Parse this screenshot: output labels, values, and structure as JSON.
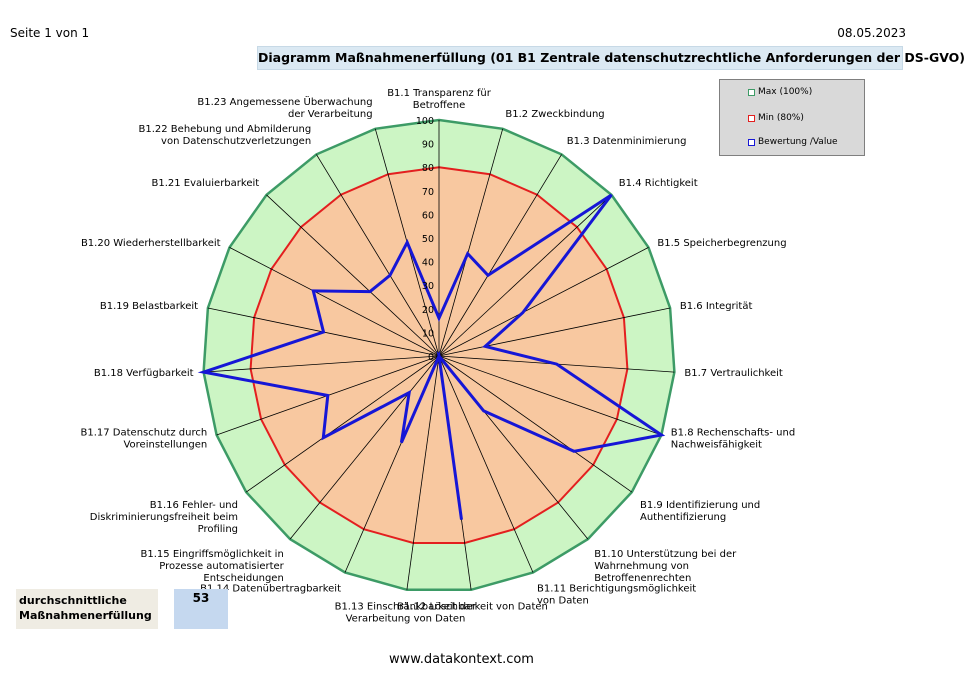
{
  "header": {
    "page": "Seite 1 von 1",
    "date": "08.05.2023",
    "title": "Diagramm Maßnahmenerfüllung (01 B1 Zentrale datenschutzrechtliche Anforderungen der DS-GVO)"
  },
  "summary": {
    "label": "durchschnittliche Maßnahmenerfüllung",
    "value": "53"
  },
  "footer": {
    "url": "www.datakontext.com"
  },
  "chart_data": {
    "type": "radar",
    "title": "Diagramm Maßnahmenerfüllung (01 B1 Zentrale datenschutzrechtliche Anforderungen der DS-GVO)",
    "rlim": [
      0,
      100
    ],
    "ticks": [
      0,
      10,
      20,
      30,
      40,
      50,
      60,
      70,
      80,
      90,
      100
    ],
    "grid": true,
    "legend_position": "top-right",
    "categories": [
      "B1.1 Transparenz für Betroffene",
      "B1.2 Zweckbindung",
      "B1.3 Datenminimierung",
      "B1.4 Richtigkeit",
      "B1.5 Speicherbegrenzung",
      "B1.6 Integrität",
      "B1.7 Vertraulichkeit",
      "B1.8 Rechenschafts- und Nachweisfähigkeit",
      "B1.9 Identifizierung und Authentifizierung",
      "B1.10 Unterstützung bei der Wahrnehmung von Betroffenenrechten",
      "B1.11 Berichtigungsmöglichkeit von Daten",
      "B1.12 Löschbarkeit von Daten",
      "B1.13 Einschränkbarkeit der Verarbeitung von Daten",
      "B1.14 Datenübertragbarkeit",
      "B1.15 Eingriffsmöglichkeit in Prozesse automatisierter Entscheidungen",
      "B1.16 Fehler- und Diskriminierungsfreiheit beim Profiling",
      "B1.17 Datenschutz durch Voreinstellungen",
      "B1.18 Verfügbarkeit",
      "B1.19 Belastbarkeit",
      "B1.20 Wiederherstellbarkeit",
      "B1.21 Evaluierbarkeit",
      "B1.22 Behebung und Abmilderung von Datenschutzverletzungen",
      "B1.23 Angemessene Überwachung der Verarbeitung"
    ],
    "series": [
      {
        "name": "Max (100%)",
        "color": "#3d9b66",
        "fill": "#ccf5c4",
        "values": [
          100,
          100,
          100,
          100,
          100,
          100,
          100,
          100,
          100,
          100,
          100,
          100,
          100,
          100,
          100,
          100,
          100,
          100,
          100,
          100,
          100,
          100,
          100
        ]
      },
      {
        "name": "Min (80%)",
        "color": "#e31f1f",
        "fill": "#f8c8a0",
        "values": [
          80,
          80,
          80,
          80,
          80,
          80,
          80,
          80,
          80,
          80,
          80,
          80,
          80,
          80,
          80,
          80,
          80,
          80,
          80,
          80,
          80,
          80,
          80
        ]
      },
      {
        "name": "Bewertung /Value",
        "color": "#1616d6",
        "values": [
          16,
          45,
          40,
          100,
          40,
          20,
          50,
          100,
          70,
          30,
          0,
          70,
          0,
          40,
          20,
          60,
          50,
          100,
          50,
          60,
          40,
          40,
          50
        ]
      }
    ]
  }
}
